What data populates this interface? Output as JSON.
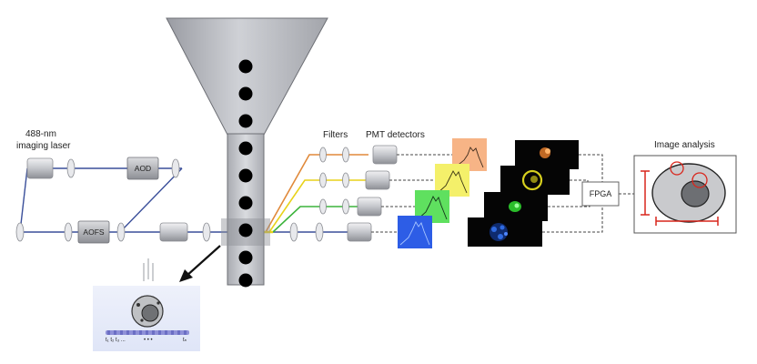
{
  "labels": {
    "laser": [
      "488-nm",
      "imaging laser"
    ],
    "aod": "AOD",
    "aofs": "AOFS",
    "filters": "Filters",
    "pmt_detectors": "PMT detectors",
    "fpga": "FPGA",
    "image_analysis": "Image analysis",
    "inset_time_start": "t₁ t₂ t₃ ...",
    "inset_time_dots": "• • •",
    "inset_time_end": "tₙ"
  },
  "colors": {
    "beam": "#3a4f9a",
    "channel_orange": "#e0893a",
    "channel_yellow": "#e8d21a",
    "channel_green": "#3bb33b",
    "channel_blue": "#3a4f9a",
    "scale_red": "#d9261c",
    "signal_orange": "#f7b486",
    "signal_yellow": "#f4f06a",
    "signal_green": "#5fe05f",
    "signal_blue": "#2d5de6"
  },
  "channels": [
    {
      "id": "orange",
      "signal_color": "#f7b486",
      "path_color": "#e0893a",
      "cell_glow": "#e07a2a"
    },
    {
      "id": "yellow",
      "signal_color": "#f4f06a",
      "path_color": "#e8d21a",
      "cell_glow": "#d6cf1e"
    },
    {
      "id": "green",
      "signal_color": "#5fe05f",
      "path_color": "#3bb33b",
      "cell_glow": "#2fd12f"
    },
    {
      "id": "blue",
      "signal_color": "#2d5de6",
      "path_color": "#3a4f9a",
      "cell_glow": "#2f6ae0"
    }
  ],
  "icons": [
    "laser-icon",
    "lens-icon",
    "mirror-icon",
    "pmt-detector-icon",
    "cell-icon",
    "flow-funnel-icon"
  ]
}
